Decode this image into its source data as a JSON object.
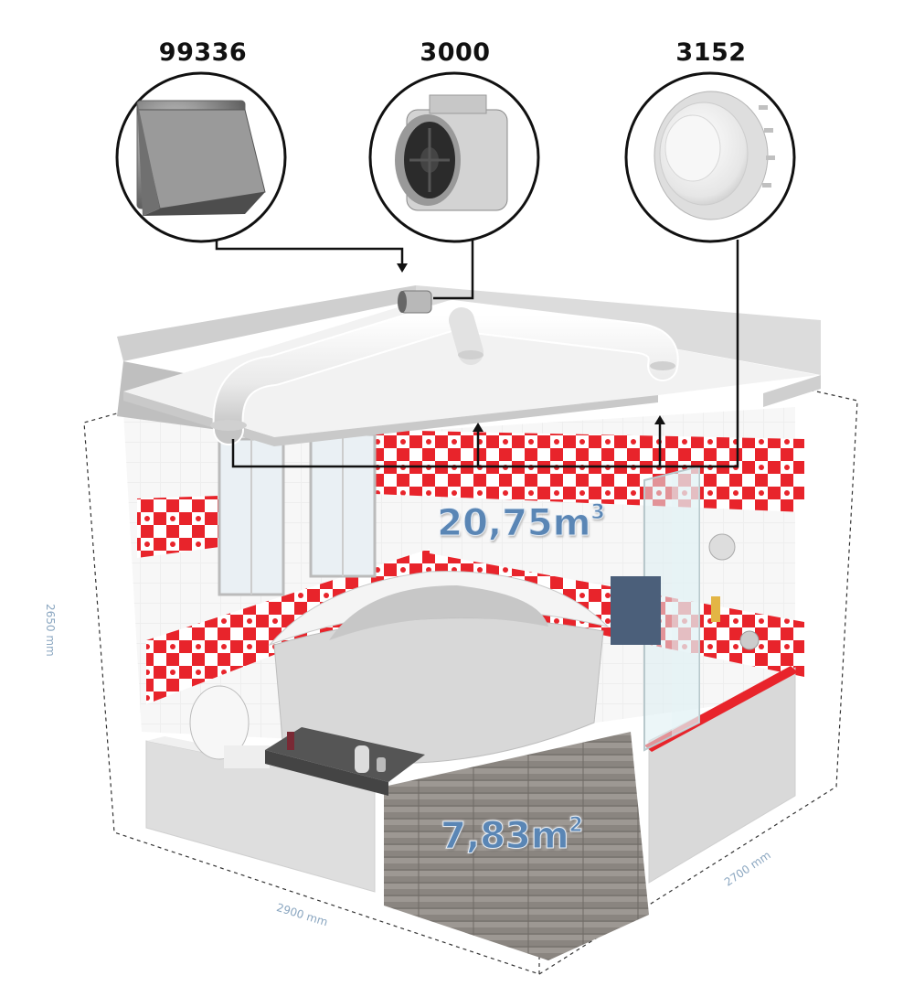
{
  "products": [
    {
      "code": "99336",
      "icon": "stainless-wall-cowl-icon"
    },
    {
      "code": "3000",
      "icon": "inline-duct-fan-icon"
    },
    {
      "code": "3152",
      "icon": "ceiling-air-valve-icon"
    }
  ],
  "room": {
    "volume_value": "20,75m",
    "volume_exp": "3",
    "area_value": "7,83m",
    "area_exp": "2"
  },
  "dimensions": {
    "height": "2650 mm",
    "width": "2900 mm",
    "depth": "2700 mm"
  },
  "colors": {
    "tile_red": "#e8242b",
    "label_blue": "#5a86b5",
    "dimension_blue": "#8aa6c0",
    "wall_grey": "#d6d6d6"
  }
}
